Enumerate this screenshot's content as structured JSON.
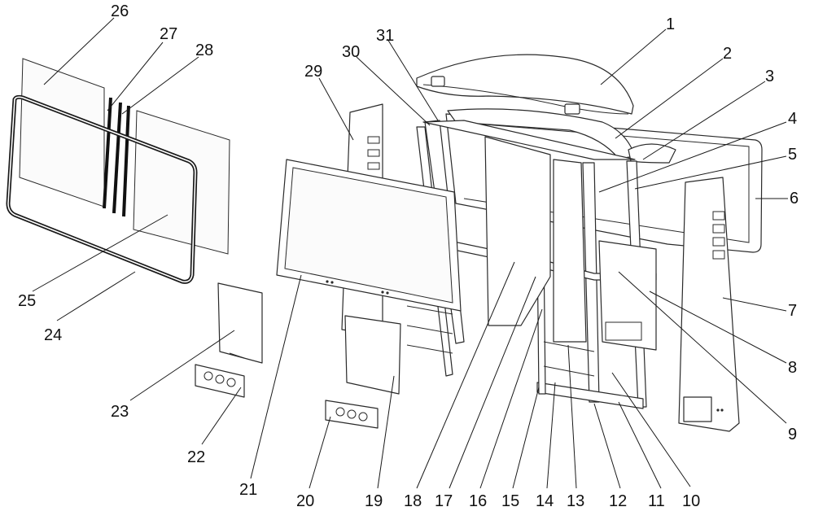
{
  "figure": {
    "labels": [
      "1",
      "2",
      "3",
      "4",
      "5",
      "6",
      "7",
      "8",
      "9",
      "10",
      "11",
      "12",
      "13",
      "14",
      "15",
      "16",
      "17",
      "18",
      "19",
      "20",
      "21",
      "22",
      "23",
      "24",
      "25",
      "26",
      "27",
      "28",
      "29",
      "30",
      "31"
    ]
  }
}
